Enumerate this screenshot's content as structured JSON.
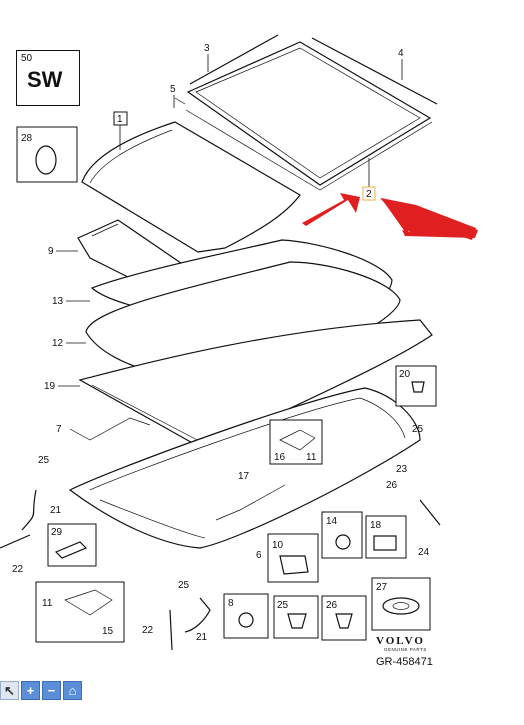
{
  "diagram": {
    "model_badge": {
      "number": "50",
      "text": "SW"
    },
    "brand": {
      "name": "VOLVO",
      "tagline": "GENUINE PARTS"
    },
    "reference": "GR-458471",
    "callouts": [
      "1",
      "2",
      "3",
      "4",
      "5",
      "6",
      "7",
      "8",
      "9",
      "10",
      "11",
      "12",
      "13",
      "14",
      "15",
      "16",
      "17",
      "18",
      "19",
      "20",
      "21",
      "22",
      "23",
      "24",
      "25",
      "26",
      "27",
      "28",
      "29"
    ],
    "highlighted_part": "2",
    "arrow_color": "#e02020",
    "highlight_color": "#e8b04a"
  },
  "toolbar": {
    "buttons": [
      {
        "icon": "cursor-icon",
        "glyph": "↖"
      },
      {
        "icon": "zoom-in-icon",
        "glyph": "+"
      },
      {
        "icon": "zoom-out-icon",
        "glyph": "−"
      },
      {
        "icon": "home-icon",
        "glyph": "⌂"
      }
    ]
  }
}
